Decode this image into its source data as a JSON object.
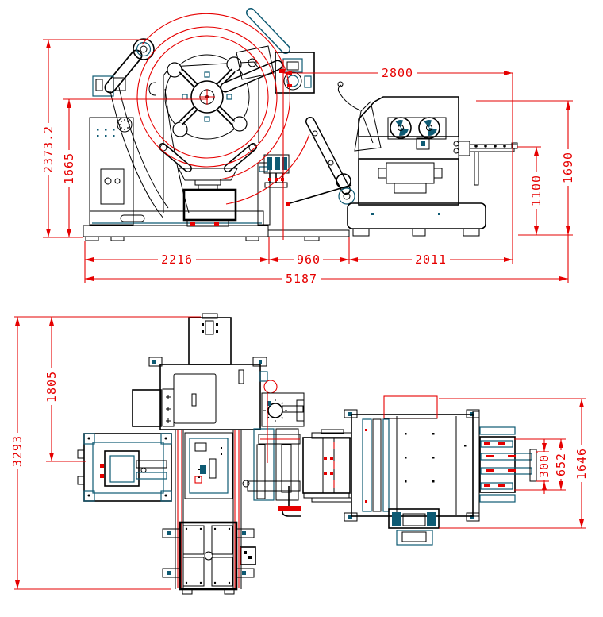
{
  "drawing": {
    "type": "cad-2-view-machine-drawing",
    "side_view": {
      "dims": {
        "overall_height": "2373.2",
        "mandrel_center_height": "1665",
        "feeder_span": "2800",
        "straightener_height": "1690",
        "passline_height": "1100",
        "decoiler_base_length": "2216",
        "middle_gap": "960",
        "straightener_base_length": "2011",
        "overall_length": "5187"
      }
    },
    "plan_view": {
      "dims": {
        "overall_depth": "3293",
        "head_offset": "1805",
        "straightener_width": "1646",
        "cassette_span": "652",
        "fork_span": "300"
      }
    },
    "colors": {
      "dimension": "#e60000",
      "machine_primary": "#000000",
      "machine_secondary": "#0e5a73",
      "background": "#ffffff"
    }
  }
}
